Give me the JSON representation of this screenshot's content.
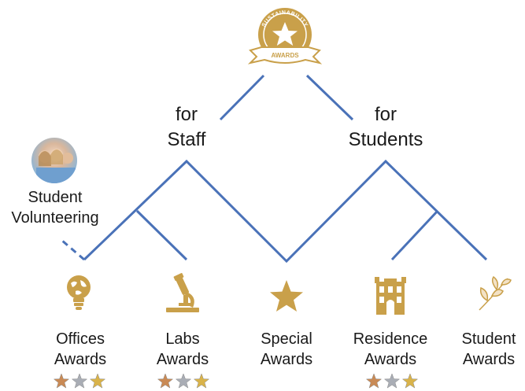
{
  "badge": {
    "top_text": "SUSTAINABILITY",
    "ribbon_text": "AWARDS",
    "color": "#c9a04a"
  },
  "branches": {
    "staff": {
      "line1": "for",
      "line2": "Staff"
    },
    "students": {
      "line1": "for",
      "line2": "Students"
    }
  },
  "side_branch": {
    "line1": "Student",
    "line2": "Volunteering"
  },
  "awards": [
    {
      "line1": "Offices",
      "line2": "Awards",
      "icon": "lightbulb-globe-icon",
      "stars": [
        "bronze",
        "silver",
        "gold"
      ]
    },
    {
      "line1": "Labs",
      "line2": "Awards",
      "icon": "microscope-icon",
      "stars": [
        "bronze",
        "silver",
        "gold"
      ]
    },
    {
      "line1": "Special",
      "line2": "Awards",
      "icon": "star-icon",
      "stars": []
    },
    {
      "line1": "Residence",
      "line2": "Awards",
      "icon": "building-icon",
      "stars": [
        "bronze",
        "silver",
        "gold"
      ]
    },
    {
      "line1": "Student",
      "line2": "Awards",
      "icon": "leaf-branch-icon",
      "stars": []
    }
  ],
  "colors": {
    "line": "#4a72b8",
    "gold": "#c9a04a",
    "star_bronze": "#c98a55",
    "star_silver": "#a9adb5",
    "star_gold": "#d9b34a"
  }
}
